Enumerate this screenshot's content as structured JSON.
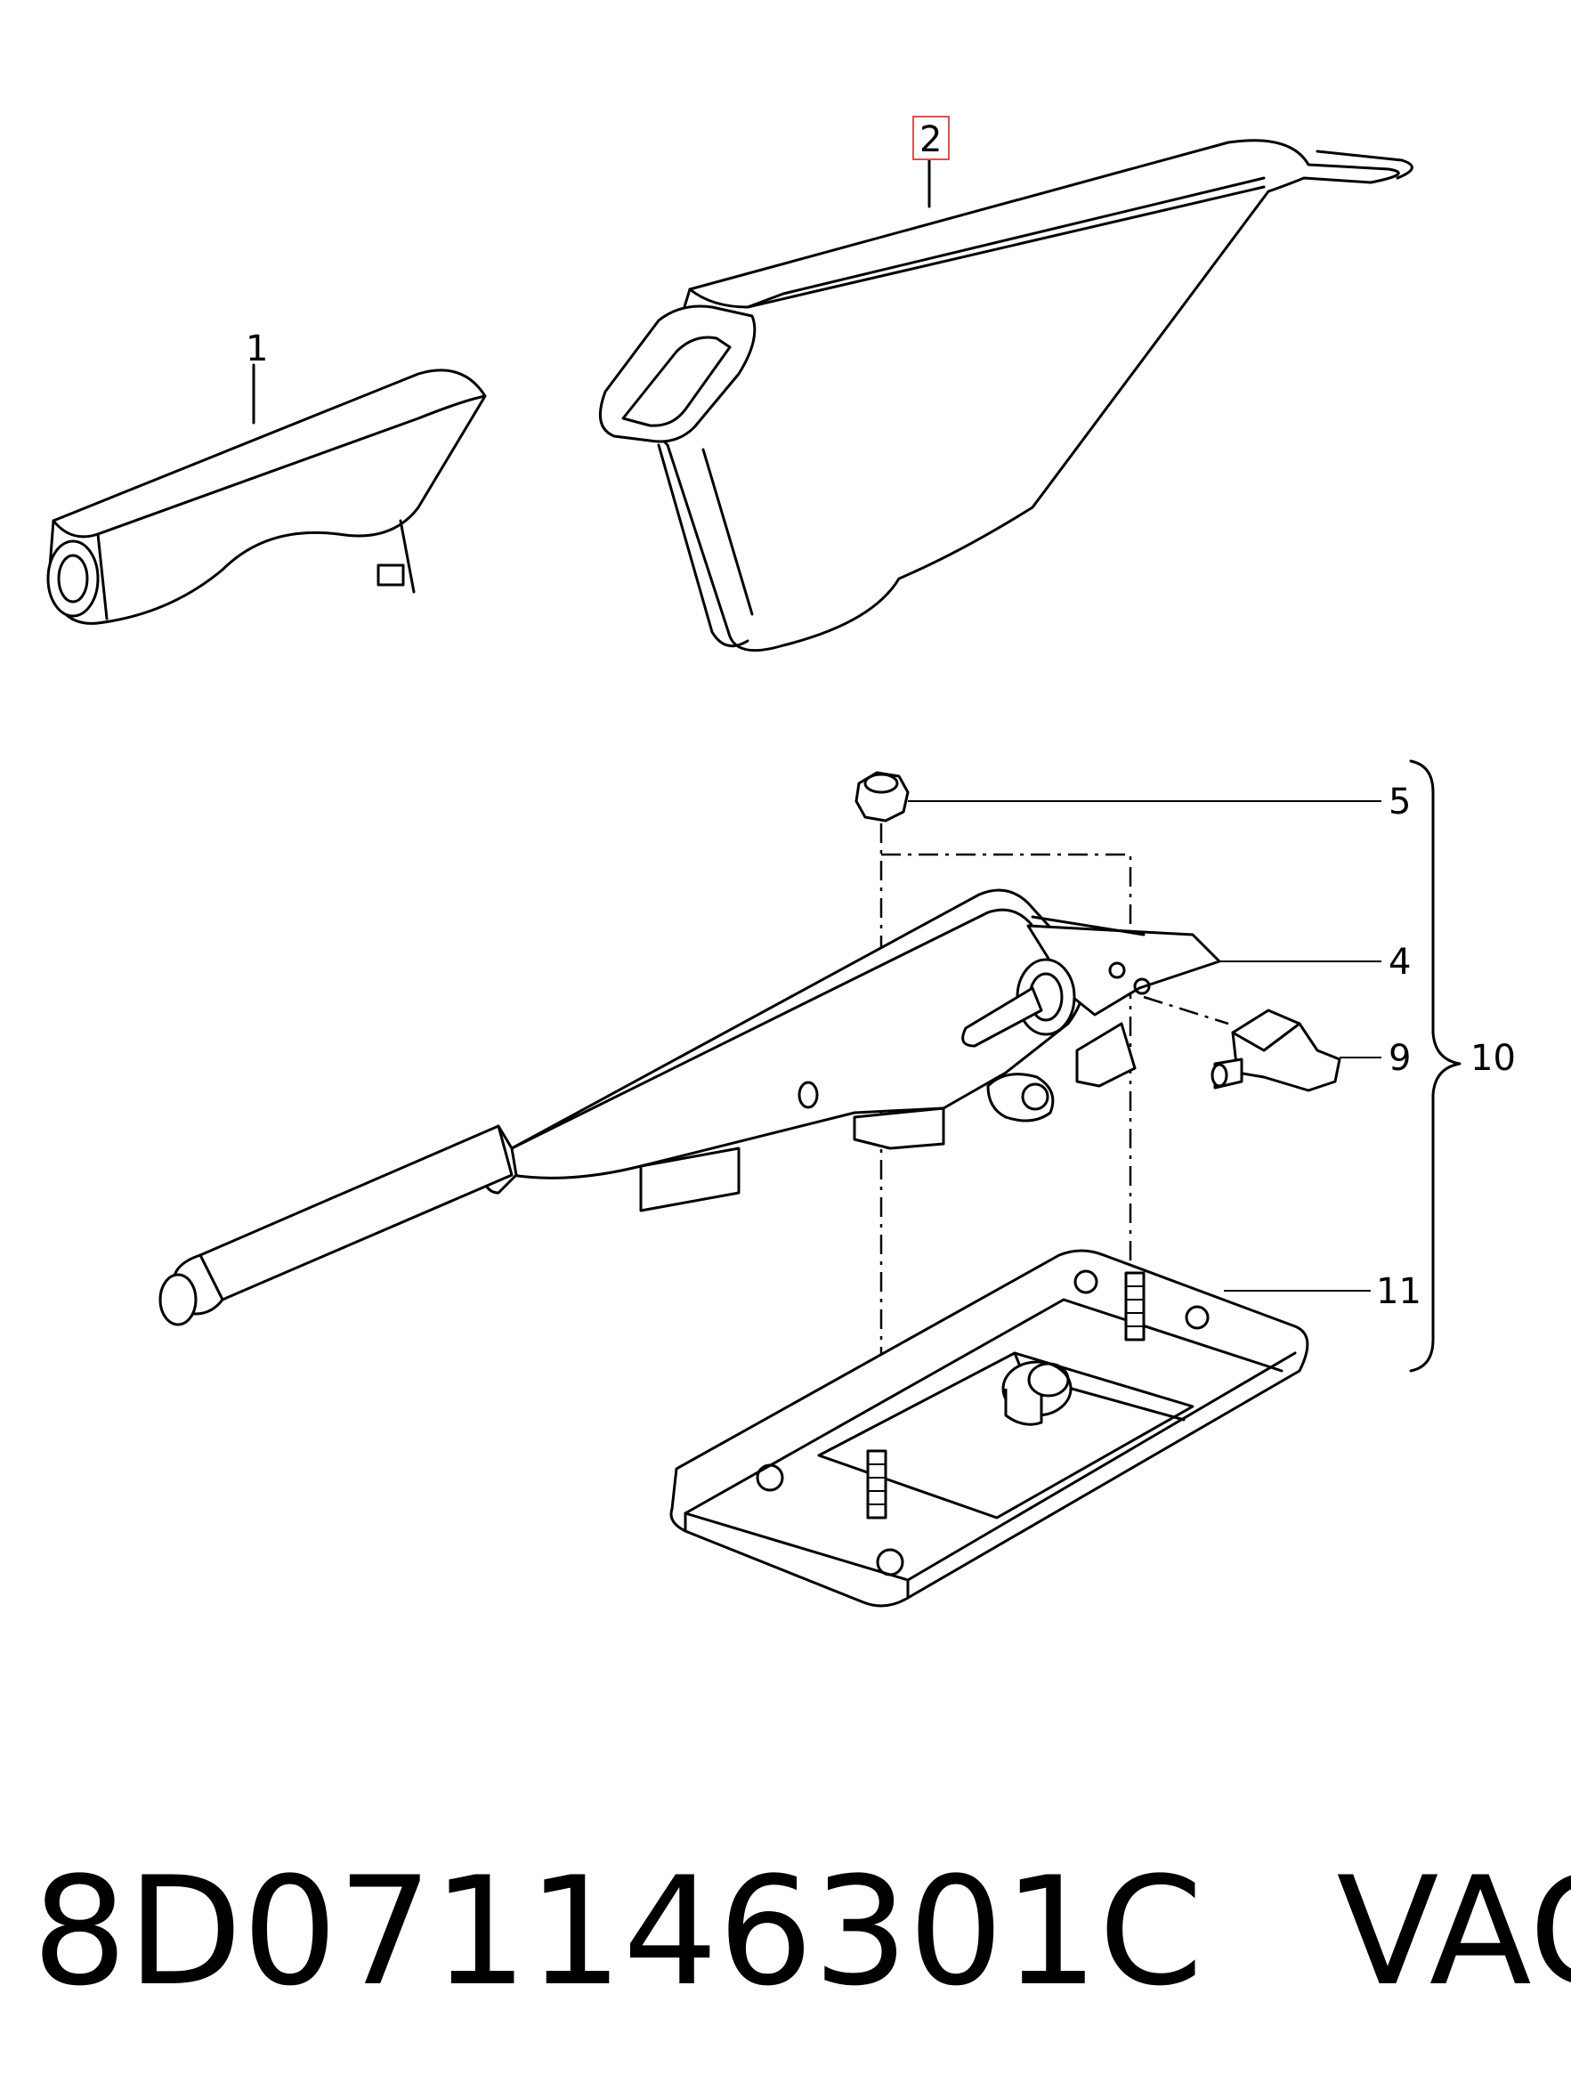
{
  "callouts": {
    "c1": "1",
    "c2": "2",
    "c4": "4",
    "c5": "5",
    "c9": "9",
    "c10": "10",
    "c11": "11"
  },
  "caption": {
    "part_number": "8D071146301C",
    "brand": "VAG"
  },
  "colors": {
    "highlight_box": "#d9534f",
    "line": "#000000",
    "background": "#ffffff"
  }
}
